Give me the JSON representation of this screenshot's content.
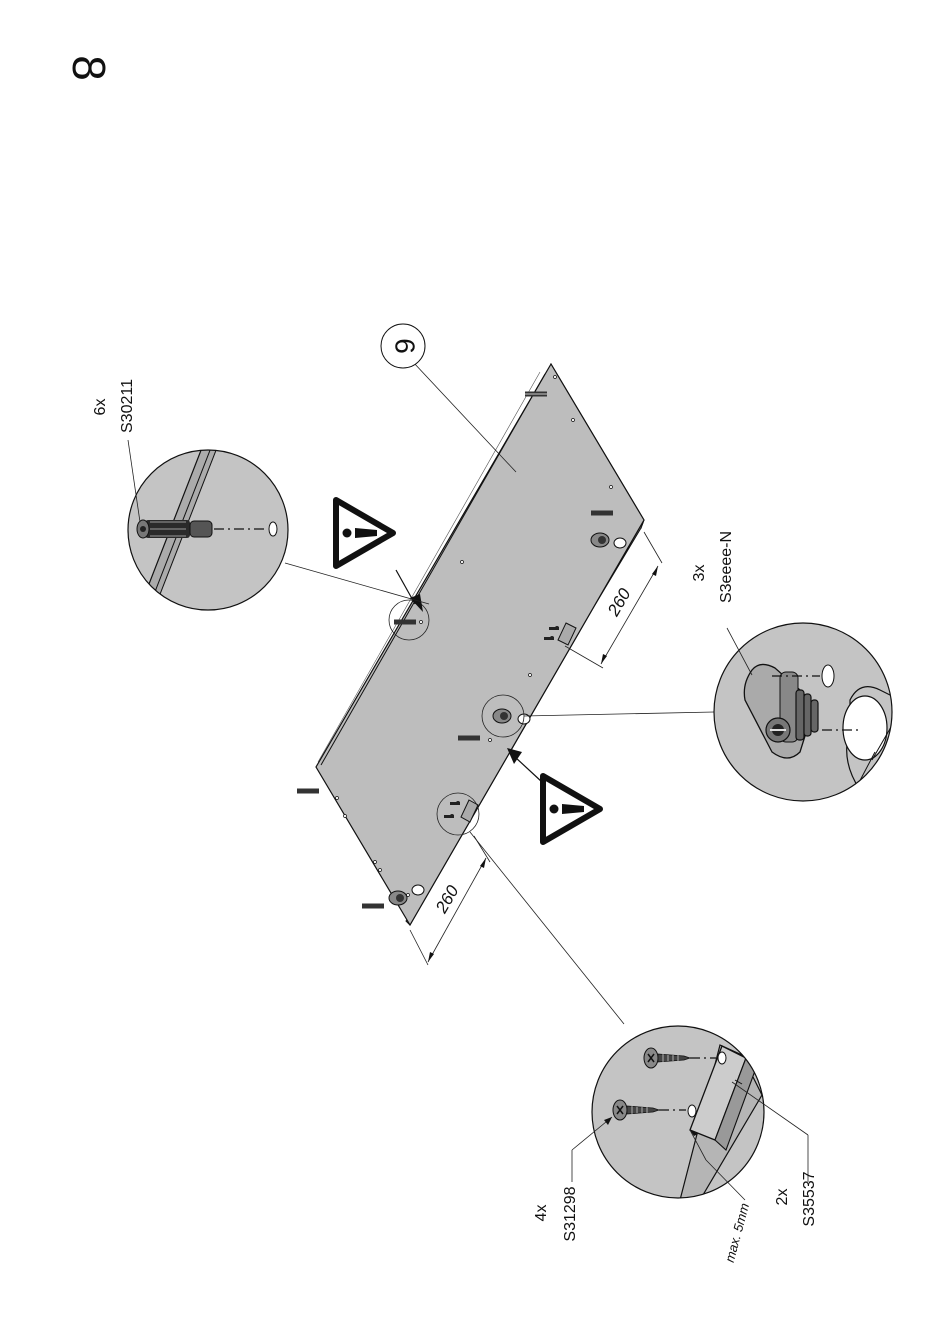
{
  "step": {
    "number": "8"
  },
  "panel": {
    "part_number": "6"
  },
  "dimensions": {
    "left": "260",
    "right": "260"
  },
  "parts": {
    "dowel": {
      "qty": "6x",
      "code": "S30211"
    },
    "cam": {
      "qty": "3x",
      "code": "S3eeee-N"
    },
    "screw": {
      "qty": "4x",
      "code": "S31298"
    },
    "bracket": {
      "qty": "2x",
      "code": "S35537"
    }
  },
  "notes": {
    "max_gap": "max. 5mm"
  },
  "colors": {
    "panel": "#bdbdbd",
    "detail_bg": "#c4c4c4",
    "line": "#111111"
  },
  "icons": [
    "warning-icon",
    "warning-icon"
  ]
}
